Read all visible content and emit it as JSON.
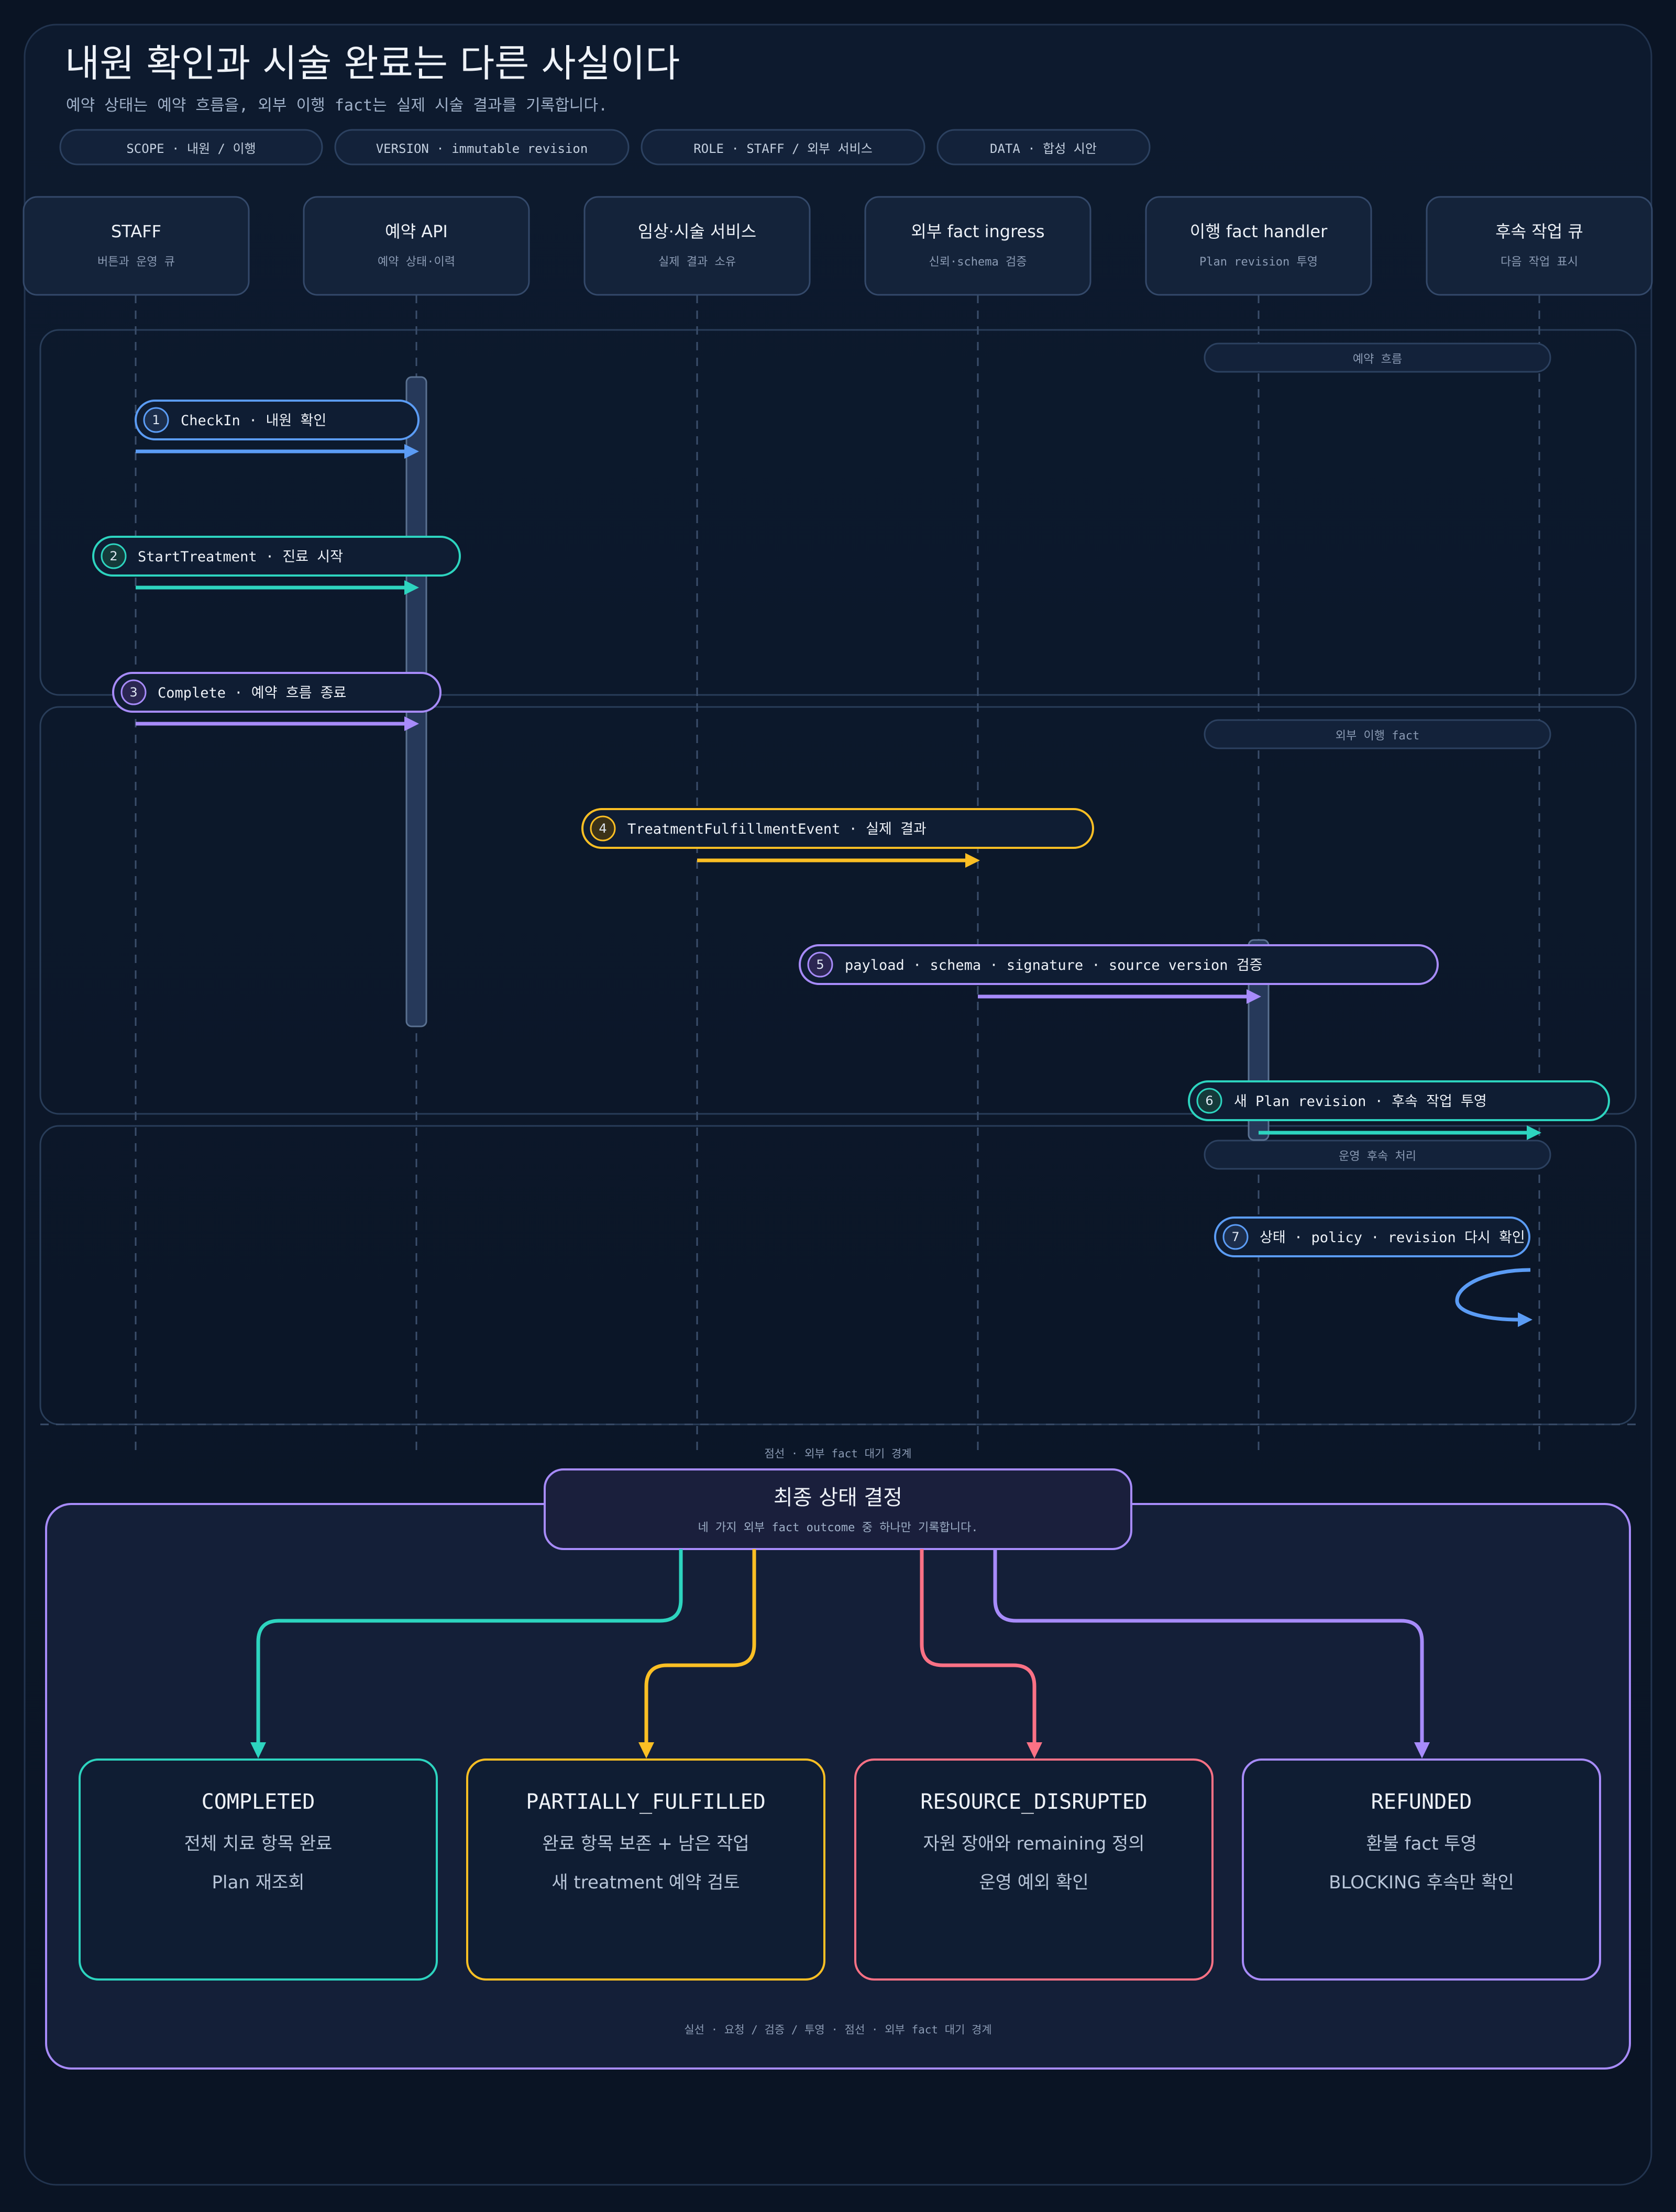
{
  "header": {
    "title": "내원 확인과 시술 완료는 다른 사실이다",
    "subtitle": "예약 상태는 예약 흐름을, 외부 이행 fact는 실제 시술 결과를 기록합니다."
  },
  "chips": [
    {
      "label": "SCOPE · 내원 / 이행"
    },
    {
      "label": "VERSION · immutable revision"
    },
    {
      "label": "ROLE · STAFF / 외부 서비스"
    },
    {
      "label": "DATA · 합성 시안"
    }
  ],
  "lanes": [
    {
      "title": "STAFF",
      "subtitle": "버튼과 운영 큐"
    },
    {
      "title": "예약 API",
      "subtitle": "예약 상태·이력"
    },
    {
      "title": "임상·시술 서비스",
      "subtitle": "실제 결과 소유"
    },
    {
      "title": "외부 fact ingress",
      "subtitle": "신뢰·schema 검증"
    },
    {
      "title": "이행 fact handler",
      "subtitle": "Plan revision 투영"
    },
    {
      "title": "후속 작업 큐",
      "subtitle": "다음 작업 표시"
    }
  ],
  "phases": [
    {
      "label": "예약 흐름"
    },
    {
      "label": "외부 이행 fact"
    },
    {
      "label": "운영 후속 처리"
    }
  ],
  "steps": [
    {
      "num": "1",
      "label": "CheckIn · 내원 확인",
      "color": "#5b9cf5"
    },
    {
      "num": "2",
      "label": "StartTreatment · 진료 시작",
      "color": "#2dd4bf"
    },
    {
      "num": "3",
      "label": "Complete · 예약 흐름 종료",
      "color": "#a78bfa"
    },
    {
      "num": "4",
      "label": "TreatmentFulfillmentEvent · 실제 결과",
      "color": "#fbbf24"
    },
    {
      "num": "5",
      "label": "payload · schema · signature · source version 검증",
      "color": "#a78bfa"
    },
    {
      "num": "6",
      "label": "새 Plan revision · 후속 작업 투영",
      "color": "#2dd4bf"
    },
    {
      "num": "7",
      "label": "상태 · policy · revision 다시 확인",
      "color": "#5b9cf5"
    }
  ],
  "boundary_note": "점선 · 외부 fact 대기 경계",
  "decision": {
    "title": "최종 상태 결정",
    "subtitle": "네 가지 외부 fact outcome 중 하나만 기록합니다."
  },
  "outcomes": [
    {
      "title": "COMPLETED",
      "line1": "전체 치료 항목 완료",
      "line2": "Plan 재조회",
      "color": "#2dd4bf"
    },
    {
      "title": "PARTIALLY_FULFILLED",
      "line1": "완료 항목 보존 + 남은 작업",
      "line2": "새 treatment 예약 검토",
      "color": "#fbbf24"
    },
    {
      "title": "RESOURCE_DISRUPTED",
      "line1": "자원 장애와 remaining 정의",
      "line2": "운영 예외 확인",
      "color": "#fb7185"
    },
    {
      "title": "REFUNDED",
      "line1": "환불 fact 투영",
      "line2": "BLOCKING 후속만 확인",
      "color": "#a78bfa"
    }
  ],
  "legend": "실선 · 요청 / 검증 / 투영 · 점선 · 외부 fact 대기 경계"
}
